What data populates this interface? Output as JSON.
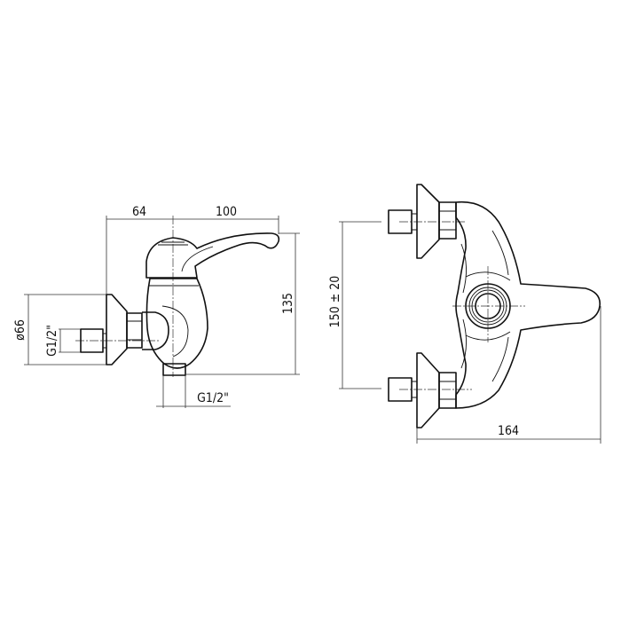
{
  "title": "Wall-mounted single-lever mixer technical drawing",
  "side_view": {
    "dim_offset": "64",
    "dim_reach": "100",
    "dim_height": "135",
    "dim_plate_diameter": "ø66",
    "dim_inlet_thread": "G1/2\"",
    "dim_outlet_thread": "G1/2\""
  },
  "front_view": {
    "dim_centres": "150 ± 20",
    "dim_width": "164"
  }
}
